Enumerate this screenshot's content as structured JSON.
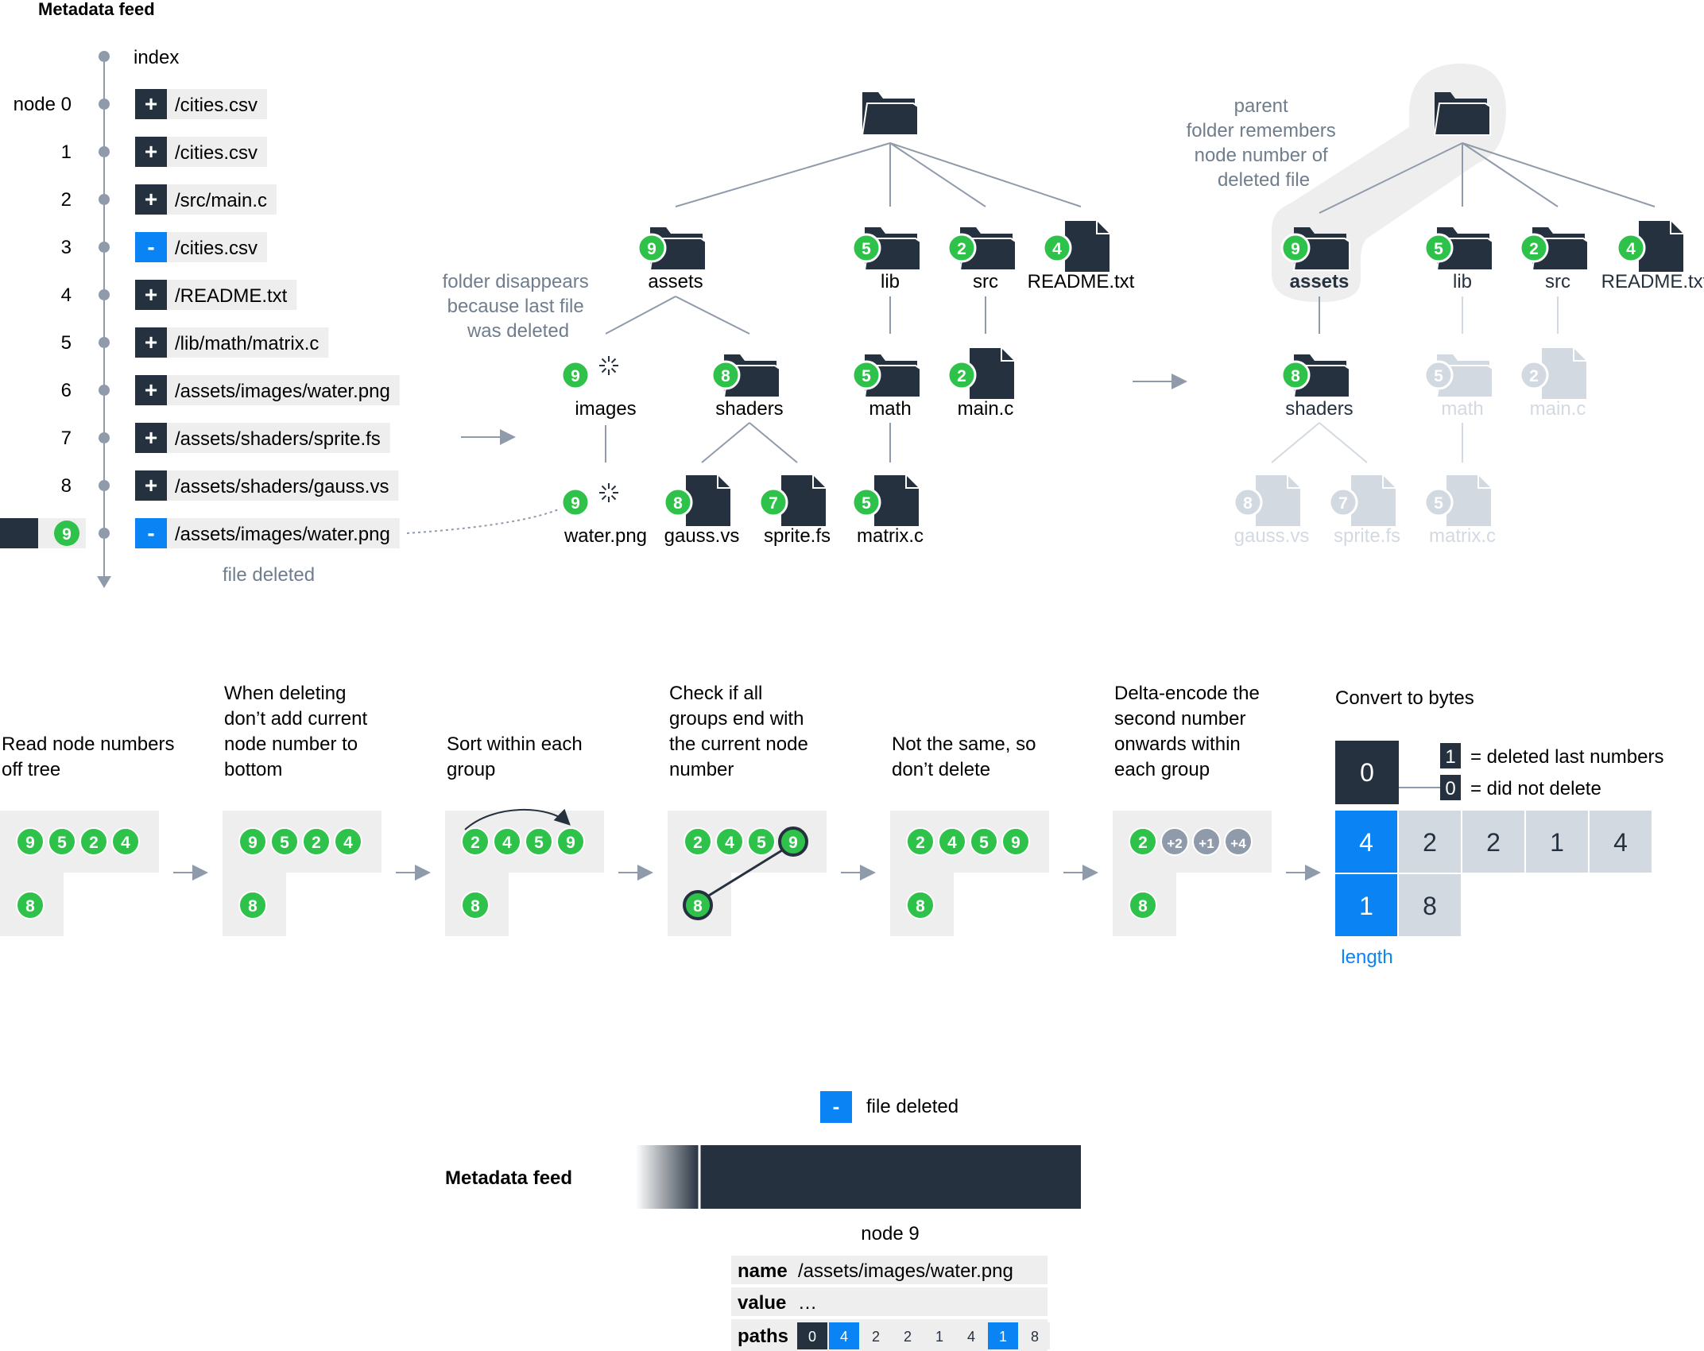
{
  "feed": {
    "title": "Metadata feed",
    "index_label": "index",
    "node_label": "node 0",
    "rows": [
      {
        "num": "node 0",
        "op": "+",
        "path": "/cities.csv"
      },
      {
        "num": "1",
        "op": "+",
        "path": "/cities.csv"
      },
      {
        "num": "2",
        "op": "+",
        "path": "/src/main.c"
      },
      {
        "num": "3",
        "op": "-",
        "path": "/cities.csv"
      },
      {
        "num": "4",
        "op": "+",
        "path": "/README.txt"
      },
      {
        "num": "5",
        "op": "+",
        "path": "/lib/math/matrix.c"
      },
      {
        "num": "6",
        "op": "+",
        "path": "/assets/images/water.png"
      },
      {
        "num": "7",
        "op": "+",
        "path": "/assets/shaders/sprite.fs"
      },
      {
        "num": "8",
        "op": "+",
        "path": "/assets/shaders/gauss.vs"
      },
      {
        "num": "9",
        "op": "-",
        "path": "/assets/images/water.png"
      }
    ],
    "current_node": "9",
    "caption": "file deleted"
  },
  "tree_before": {
    "note": "folder disappears because last file was deleted",
    "nodes": [
      {
        "label": "assets",
        "num": "9",
        "kind": "folder"
      },
      {
        "label": "lib",
        "num": "5",
        "kind": "folder"
      },
      {
        "label": "src",
        "num": "2",
        "kind": "folder"
      },
      {
        "label": "README.txt",
        "num": "4",
        "kind": "file"
      },
      {
        "label": "images",
        "num": "9",
        "kind": "deleted"
      },
      {
        "label": "shaders",
        "num": "8",
        "kind": "folder"
      },
      {
        "label": "math",
        "num": "5",
        "kind": "folder"
      },
      {
        "label": "main.c",
        "num": "2",
        "kind": "file"
      },
      {
        "label": "water.png",
        "num": "9",
        "kind": "deleted"
      },
      {
        "label": "gauss.vs",
        "num": "8",
        "kind": "file"
      },
      {
        "label": "sprite.fs",
        "num": "7",
        "kind": "file"
      },
      {
        "label": "matrix.c",
        "num": "5",
        "kind": "file"
      }
    ]
  },
  "tree_after": {
    "note": "parent folder remembers node number of deleted file",
    "nodes": [
      {
        "label": "assets",
        "num": "9",
        "kind": "folder"
      },
      {
        "label": "lib",
        "num": "5",
        "kind": "folder"
      },
      {
        "label": "src",
        "num": "2",
        "kind": "folder"
      },
      {
        "label": "README.txt",
        "num": "4",
        "kind": "file"
      },
      {
        "label": "shaders",
        "num": "8",
        "kind": "folder"
      },
      {
        "label": "math",
        "num": "5",
        "kind": "folder"
      },
      {
        "label": "main.c",
        "num": "2",
        "kind": "file"
      },
      {
        "label": "gauss.vs",
        "num": "8",
        "kind": "file"
      },
      {
        "label": "sprite.fs",
        "num": "7",
        "kind": "file"
      },
      {
        "label": "matrix.c",
        "num": "5",
        "kind": "file"
      }
    ]
  },
  "steps": [
    {
      "text": "Read node numbers off tree",
      "row1": [
        "9",
        "5",
        "2",
        "4"
      ],
      "row2": [
        "8"
      ]
    },
    {
      "text": "When deleting don’t add current node number to bottom",
      "row1": [
        "9",
        "5",
        "2",
        "4"
      ],
      "row2": [
        "8"
      ]
    },
    {
      "text": "Sort within each group",
      "row1": [
        "2",
        "4",
        "5",
        "9"
      ],
      "row2": [
        "8"
      ]
    },
    {
      "text": "Check if all groups end with the current node number",
      "row1": [
        "2",
        "4",
        "5",
        "9"
      ],
      "row2": [
        "8"
      ]
    },
    {
      "text": "Not the same, so don’t delete",
      "row1": [
        "2",
        "4",
        "5",
        "9"
      ],
      "row2": [
        "8"
      ]
    },
    {
      "text": "Delta-encode the second number onwards within each group",
      "row1": [
        "2",
        "+2",
        "+1",
        "+4"
      ],
      "row2": [
        "8"
      ]
    }
  ],
  "bytes": {
    "title": "Convert to bytes",
    "flag": "0",
    "legend": [
      {
        "bit": "1",
        "text": "= deleted last numbers"
      },
      {
        "bit": "0",
        "text": "= did not delete"
      }
    ],
    "row1": [
      "4",
      "2",
      "2",
      "1",
      "4"
    ],
    "row2": [
      "1",
      "8"
    ],
    "length_label": "length"
  },
  "bottom": {
    "legend_op": "-",
    "legend_text": "file deleted",
    "feed_label": "Metadata feed",
    "node_label": "node 9",
    "name_key": "name",
    "name_value": "/assets/images/water.png",
    "value_key": "value",
    "value_value": "…",
    "paths_key": "paths",
    "paths": [
      "0",
      "4",
      "2",
      "2",
      "1",
      "4",
      "1",
      "8"
    ]
  },
  "colors": {
    "navy": "#26313f",
    "green": "#2ec24a",
    "blue": "#0a84f5",
    "gray_box": "#eeeeee",
    "line": "#8f9bab",
    "faded": "#d3d9e1",
    "note_text": "#6f7d8d",
    "cell_gray": "#d3d9e1"
  }
}
